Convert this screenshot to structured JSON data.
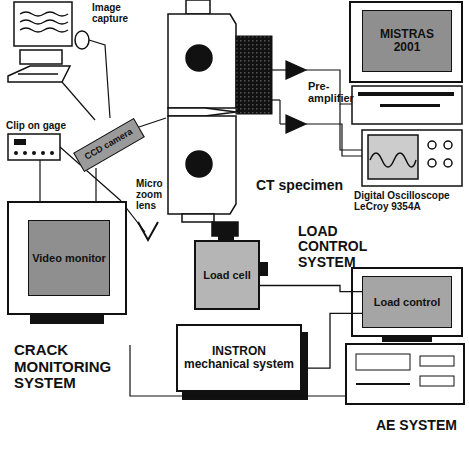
{
  "diagram": {
    "nodes": [
      {
        "text": [
          "CCD camera"
        ]
      },
      {
        "text": [
          "Video monitor"
        ]
      },
      {
        "text": [
          "MISTRAS 2001"
        ]
      },
      {
        "text": [
          "Load cell"
        ]
      },
      {
        "text": [
          "INSTRON mechanical system"
        ]
      },
      {
        "text": [
          "Load control"
        ]
      }
    ],
    "edges": [
      {
        "from": 3,
        "to": 5,
        "arrow": "none"
      },
      {
        "from": 4,
        "to": 5,
        "arrow": "none"
      }
    ],
    "labels": [
      "Image capture",
      "Clip on gage",
      "Micro zoom lens",
      "CRACK MONITORING SYSTEM",
      "CT specimen",
      "Pre-amplifier",
      "Digital Oscilloscope LeCroy 9354A",
      "LOAD CONTROL SYSTEM",
      "AE SYSTEM"
    ]
  }
}
